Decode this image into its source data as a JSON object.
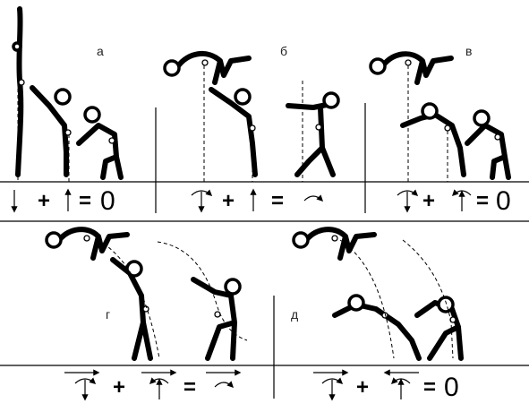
{
  "panels": [
    {
      "id": "a",
      "label": "а",
      "equation": {
        "plus": "+",
        "equals": "=",
        "result": "0"
      }
    },
    {
      "id": "b",
      "label": "б",
      "equation": {
        "plus": "+",
        "equals": "=",
        "result": ""
      }
    },
    {
      "id": "v",
      "label": "в",
      "equation": {
        "plus": "+",
        "equals": "=",
        "result": "0"
      }
    },
    {
      "id": "g",
      "label": "г",
      "equation": {
        "plus": "+",
        "equals": "=",
        "result": ""
      }
    },
    {
      "id": "d",
      "label": "д",
      "equation": {
        "plus": "+",
        "equals": "=",
        "result": "0"
      }
    }
  ],
  "icons": [
    "down-arrow-icon",
    "up-arrow-icon",
    "rotation-arrow-icon",
    "horizontal-arrow-icon"
  ]
}
